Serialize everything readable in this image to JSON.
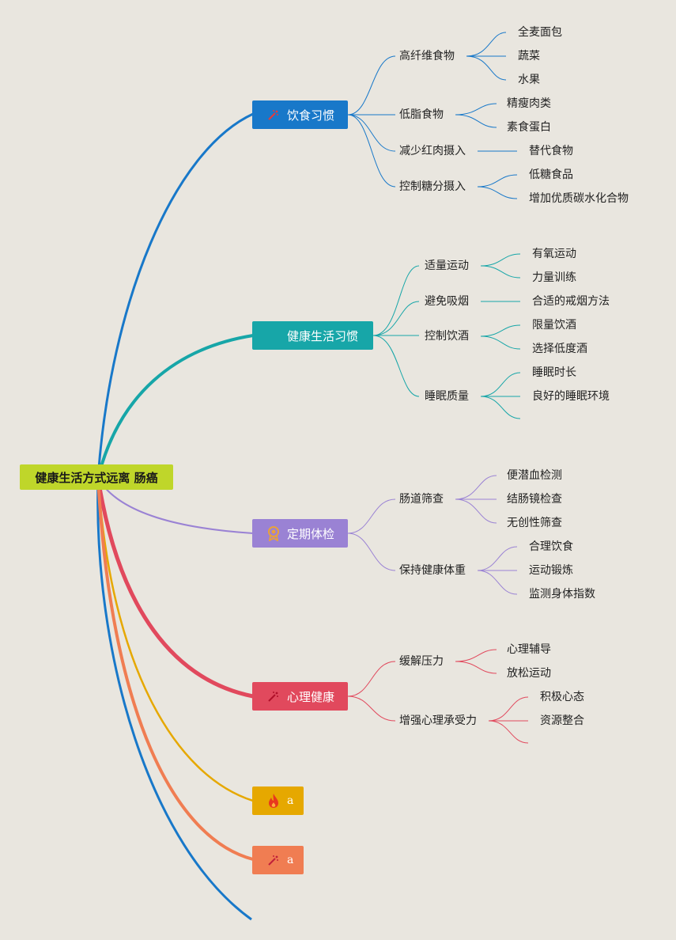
{
  "root": {
    "label": "健康生活方式远离 肠癌"
  },
  "colors": {
    "blue": "#1878c9",
    "teal": "#17a6a8",
    "purple": "#9a82d4",
    "red": "#e1495d",
    "yellow": "#e6a800",
    "orange": "#f07d52",
    "root": "#bfd62a"
  },
  "branches": [
    {
      "label": "饮食习惯",
      "icon": "magic-wand-icon",
      "subs": [
        {
          "label": "高纤维食物",
          "leaves": [
            "全麦面包",
            "蔬菜",
            "水果"
          ]
        },
        {
          "label": "低脂食物",
          "leaves": [
            "精瘦肉类",
            "素食蛋白"
          ]
        },
        {
          "label": "减少红肉摄入",
          "leaves": [
            "替代食物"
          ]
        },
        {
          "label": "控制糖分摄入",
          "leaves": [
            "低糖食品",
            "增加优质碳水化合物"
          ]
        }
      ]
    },
    {
      "label": "健康生活习惯",
      "icon": "blank-icon",
      "subs": [
        {
          "label": "适量运动",
          "leaves": [
            "有氧运动",
            "力量训练"
          ]
        },
        {
          "label": "避免吸烟",
          "leaves": [
            "合适的戒烟方法"
          ]
        },
        {
          "label": "控制饮酒",
          "leaves": [
            "限量饮酒",
            "选择低度酒"
          ]
        },
        {
          "label": "睡眠质量",
          "leaves": [
            "睡眠时长",
            "良好的睡眠环境",
            ""
          ]
        }
      ]
    },
    {
      "label": "定期体检",
      "icon": "award-badge-icon",
      "subs": [
        {
          "label": "肠道筛查",
          "leaves": [
            "便潜血检测",
            "结肠镜检查",
            "无创性筛查"
          ]
        },
        {
          "label": "保持健康体重",
          "leaves": [
            "合理饮食",
            "运动锻炼",
            "监测身体指数"
          ]
        }
      ]
    },
    {
      "label": "心理健康",
      "icon": "magic-wand-icon",
      "subs": [
        {
          "label": "缓解压力",
          "leaves": [
            "心理辅导",
            "放松运动"
          ]
        },
        {
          "label": "增强心理承受力",
          "leaves": [
            "积极心态",
            "资源整合",
            ""
          ]
        }
      ]
    },
    {
      "label": "a",
      "icon": "fire-icon",
      "subs": []
    },
    {
      "label": "a",
      "icon": "magic-wand-icon",
      "subs": []
    }
  ]
}
